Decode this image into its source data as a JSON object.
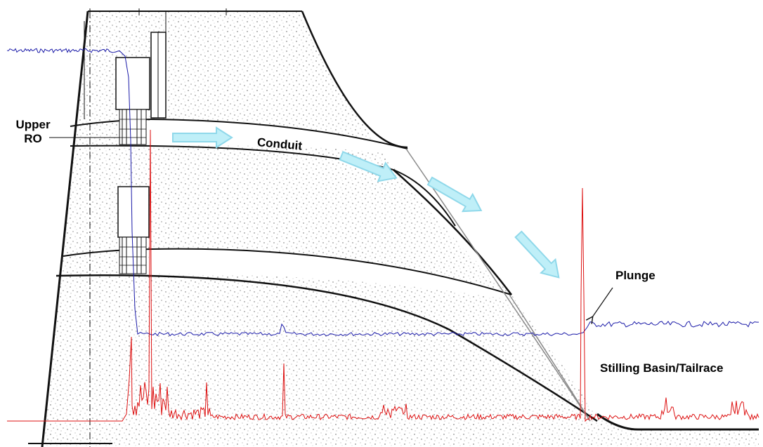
{
  "labels": {
    "upper_ro_line1": "Upper",
    "upper_ro_line2": "RO",
    "conduit": "Conduit",
    "plunge": "Plunge",
    "stilling_basin": "Stilling Basin/Tailrace"
  },
  "colors": {
    "structure": "#111111",
    "concrete_speckle": "#555555",
    "blue_trace": "#1a1aa8",
    "red_trace": "#dd1111",
    "flow_arrow_fill": "#bfeff8",
    "flow_arrow_stroke": "#8fd8ea",
    "jet_line": "#8a8a8a"
  },
  "icons": {
    "flow_arrow": "flow-arrow-icon",
    "pointer_arrow": "pointer-arrow-icon"
  }
}
